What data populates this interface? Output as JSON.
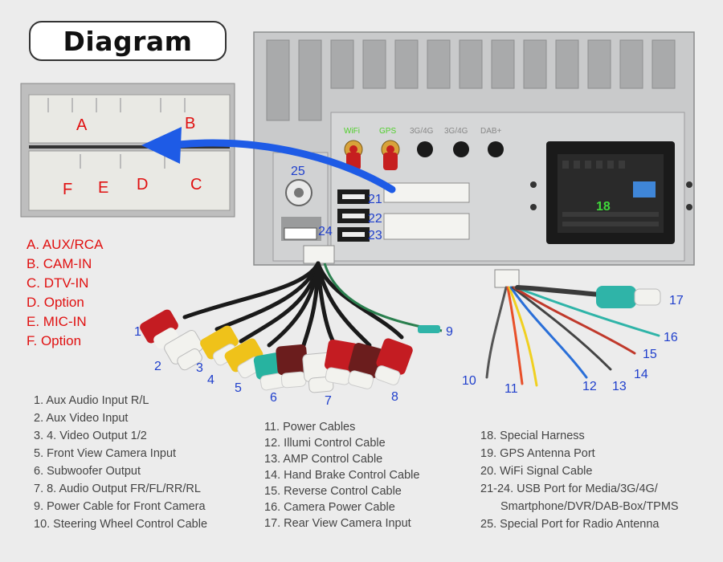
{
  "title": "Diagram",
  "connector_keys": [
    {
      "letter": "A",
      "text": "A. AUX/RCA"
    },
    {
      "letter": "B",
      "text": "B. CAM-IN"
    },
    {
      "letter": "C",
      "text": "C. DTV-IN"
    },
    {
      "letter": "D",
      "text": "D. Option"
    },
    {
      "letter": "E",
      "text": "E. MIC-IN"
    },
    {
      "letter": "F",
      "text": "F. Option"
    }
  ],
  "legend_col1": [
    "1. Aux Audio Input R/L",
    "2. Aux Video Input",
    "3. 4. Video Output 1/2",
    "5. Front View Camera Input",
    "6. Subwoofer Output",
    "7. 8. Audio Output FR/FL/RR/RL",
    "9. Power Cable for Front Camera",
    "10. Steering Wheel Control Cable"
  ],
  "legend_col2": [
    "11. Power Cables",
    "12. Illumi Control Cable",
    "13. AMP Control Cable",
    "14. Hand Brake Control Cable",
    "15. Reverse Control Cable",
    "16. Camera Power Cable",
    "17. Rear View Camera Input"
  ],
  "legend_col3": [
    "18. Special Harness",
    "19. GPS Antenna Port",
    "20. WiFi Signal Cable",
    "21-24. USB Port for Media/3G/4G/",
    "Smartphone/DVR/DAB-Box/TPMS",
    "25. Special Port for Radio Antenna"
  ],
  "port_labels": [
    "3G/4G",
    "3G/4G",
    "DAB+"
  ],
  "numbers": [
    "1",
    "2",
    "3",
    "4",
    "5",
    "6",
    "7",
    "8",
    "9",
    "10",
    "11",
    "12",
    "13",
    "14",
    "15",
    "16",
    "17",
    "18",
    "21",
    "22",
    "23",
    "24",
    "25"
  ],
  "colors": {
    "key_red": "#e01010",
    "number_blue": "#1f3fcc",
    "arrow_blue": "#1e5be6",
    "rca_red": "#c41c22",
    "rca_yellow": "#efc21a",
    "rca_white": "#f2f2ee",
    "rca_teal": "#27b3a0",
    "rca_maroon": "#6b1d1d"
  }
}
